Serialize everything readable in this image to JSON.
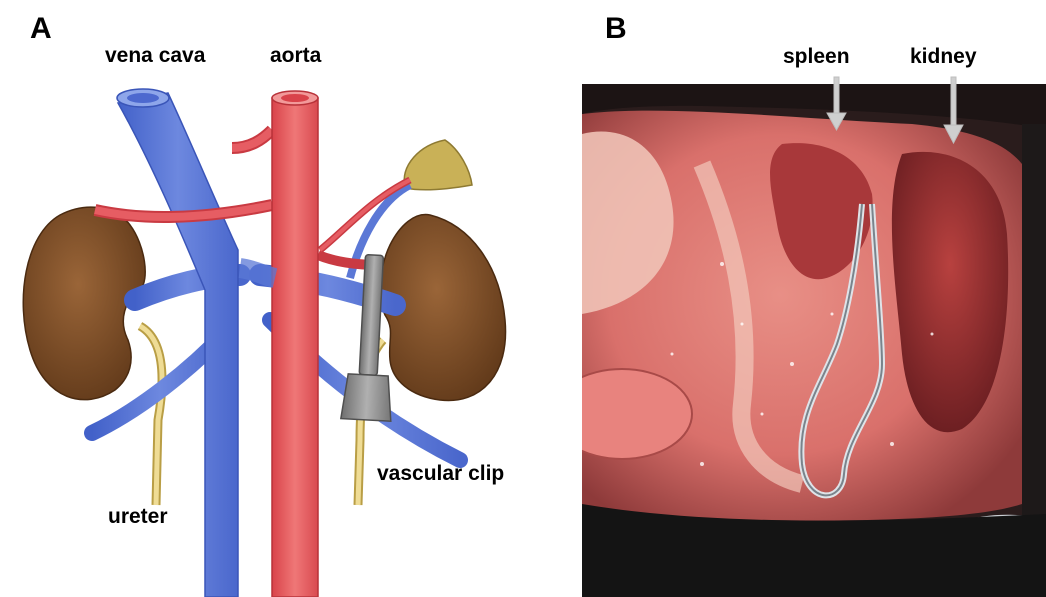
{
  "panel_a": {
    "letter": "A",
    "labels": {
      "vena_cava": "vena cava",
      "aorta": "aorta",
      "ureter": "ureter",
      "vascular_clip": "vascular clip"
    },
    "colors": {
      "vein": "#5b78d6",
      "artery": "#e4555a",
      "kidney": "#7a4a26",
      "ureter": "#e9d68a",
      "adrenal": "#c9b157",
      "clip": "#8c8c8c"
    }
  },
  "panel_b": {
    "letter": "B",
    "labels": {
      "spleen": "spleen",
      "kidney": "kidney"
    }
  }
}
